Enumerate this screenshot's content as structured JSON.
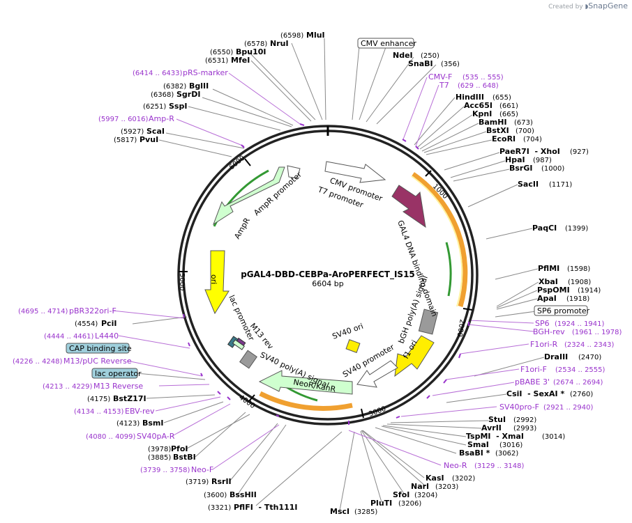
{
  "credit": {
    "prefix": "Created by",
    "brand": "SnapGene"
  },
  "plasmid": {
    "name": "pGAL4-DBD-CEBPa-AroPERFECT_IS15",
    "size": "6604 bp"
  },
  "colors": {
    "primer": "#9933cc",
    "feature_outline": "#555555",
    "promoter_fill": "#ffffff",
    "cds_green": "#cfffcf",
    "ori_yellow": "#ffff00",
    "gal4_purple": "#993366",
    "f1ori": "#ffee00",
    "orange_arc": "#f0a030",
    "green_arc": "#339933",
    "box_fill": "#9fcfdc"
  },
  "ticks": [
    {
      "label": "1000"
    },
    {
      "label": "2000"
    },
    {
      "label": "3000"
    },
    {
      "label": "4000"
    },
    {
      "label": "5000"
    },
    {
      "label": "6000"
    }
  ],
  "enzymes": [
    {
      "name": "MluI",
      "pos": "(6598)"
    },
    {
      "name": "NruI",
      "pos": "(6578)"
    },
    {
      "name": "Bpu10I",
      "pos": "(6550)"
    },
    {
      "name": "MfeI",
      "pos": "(6531)"
    },
    {
      "name": "BglII",
      "pos": "(6382)"
    },
    {
      "name": "SgrDI",
      "pos": "(6368)"
    },
    {
      "name": "SspI",
      "pos": "(6251)"
    },
    {
      "name": "ScaI",
      "pos": "(5927)"
    },
    {
      "name": "PvuI",
      "pos": "(5817)"
    },
    {
      "name": "NdeI",
      "pos": "(250)"
    },
    {
      "name": "SnaBI",
      "pos": "(356)"
    },
    {
      "name": "HindIII",
      "pos": "(655)"
    },
    {
      "name": "Acc65I",
      "pos": "(661)"
    },
    {
      "name": "KpnI",
      "pos": "(665)"
    },
    {
      "name": "BamHI",
      "pos": "(673)"
    },
    {
      "name": "BstXI",
      "pos": "(700)"
    },
    {
      "name": "EcoRI",
      "pos": "(704)"
    },
    {
      "name": "PaeR7I  - XhoI",
      "pos": "(927)"
    },
    {
      "name": "HpaI",
      "pos": "(987)"
    },
    {
      "name": "BsrGI",
      "pos": "(1000)"
    },
    {
      "name": "SacII",
      "pos": "(1171)"
    },
    {
      "name": "PaqCI",
      "pos": "(1399)"
    },
    {
      "name": "PflMI",
      "pos": "(1598)"
    },
    {
      "name": "XbaI",
      "pos": "(1908)"
    },
    {
      "name": "PspOMI",
      "pos": "(1914)"
    },
    {
      "name": "ApaI",
      "pos": "(1918)"
    },
    {
      "name": "DraIII",
      "pos": "(2470)"
    },
    {
      "name": "CsiI  - SexAI *",
      "pos": "(2760)"
    },
    {
      "name": "StuI",
      "pos": "(2992)"
    },
    {
      "name": "AvrII",
      "pos": "(2993)"
    },
    {
      "name": "TspMI  - XmaI",
      "pos": "(3014)"
    },
    {
      "name": "SmaI",
      "pos": "(3016)"
    },
    {
      "name": "BsaBI *",
      "pos": "(3062)"
    },
    {
      "name": "KasI",
      "pos": "(3202)"
    },
    {
      "name": "NarI",
      "pos": "(3203)"
    },
    {
      "name": "SfoI",
      "pos": "(3204)"
    },
    {
      "name": "PluTI",
      "pos": "(3206)"
    },
    {
      "name": "MscI",
      "pos": "(3285)"
    },
    {
      "name": "PflFI  - Tth111I",
      "pos": "(3321)"
    },
    {
      "name": "BssHII",
      "pos": "(3600)"
    },
    {
      "name": "RsrII",
      "pos": "(3719)"
    },
    {
      "name": "PfoI",
      "pos": "(3978)"
    },
    {
      "name": "BstBI",
      "pos": "(3885)"
    },
    {
      "name": "BsmI",
      "pos": "(4123)"
    },
    {
      "name": "BstZ17I",
      "pos": "(4175)"
    },
    {
      "name": "PciI",
      "pos": "(4554)"
    }
  ],
  "primers": [
    {
      "name": "pRS-marker",
      "pos": "(6414 .. 6433)"
    },
    {
      "name": "Amp-R",
      "pos": "(5997 .. 6016)"
    },
    {
      "name": "CMV-F",
      "pos": "(535 .. 555)"
    },
    {
      "name": "T7",
      "pos": "(629 .. 648)"
    },
    {
      "name": "SP6",
      "pos": "(1924 .. 1941)"
    },
    {
      "name": "BGH-rev",
      "pos": "(1961 .. 1978)"
    },
    {
      "name": "F1ori-R",
      "pos": "(2324 .. 2343)"
    },
    {
      "name": "F1ori-F",
      "pos": "(2534 .. 2555)"
    },
    {
      "name": "pBABE 3'",
      "pos": "(2674 .. 2694)"
    },
    {
      "name": "SV40pro-F",
      "pos": "(2921 .. 2940)"
    },
    {
      "name": "Neo-R",
      "pos": "(3129 .. 3148)"
    },
    {
      "name": "Neo-F",
      "pos": "(3739 .. 3758)"
    },
    {
      "name": "SV40pA-R",
      "pos": "(4080 .. 4099)"
    },
    {
      "name": "EBV-rev",
      "pos": "(4134 .. 4153)"
    },
    {
      "name": "M13 Reverse",
      "pos": "(4213 .. 4229)"
    },
    {
      "name": "M13/pUC Reverse",
      "pos": "(4226 .. 4248)"
    },
    {
      "name": "L4440",
      "pos": "(4444 .. 4461)"
    },
    {
      "name": "pBR322ori-F",
      "pos": "(4695 .. 4714)"
    }
  ],
  "boxed_labels": [
    {
      "name": "CMV enhancer"
    },
    {
      "name": "SP6 promoter"
    },
    {
      "name": "CAP binding site"
    },
    {
      "name": "lac operator"
    }
  ],
  "features": [
    {
      "name": "CMV promoter"
    },
    {
      "name": "T7 promoter"
    },
    {
      "name": "GAL4 DNA binding domain"
    },
    {
      "name": "bGH poly(A) signal"
    },
    {
      "name": "f1 ori"
    },
    {
      "name": "SV40 promoter"
    },
    {
      "name": "SV40 ori"
    },
    {
      "name": "NeoR/KanR"
    },
    {
      "name": "SV40 poly(A) signal"
    },
    {
      "name": "M13 rev"
    },
    {
      "name": "lac promoter"
    },
    {
      "name": "ori"
    },
    {
      "name": "AmpR"
    },
    {
      "name": "AmpR promoter"
    }
  ]
}
